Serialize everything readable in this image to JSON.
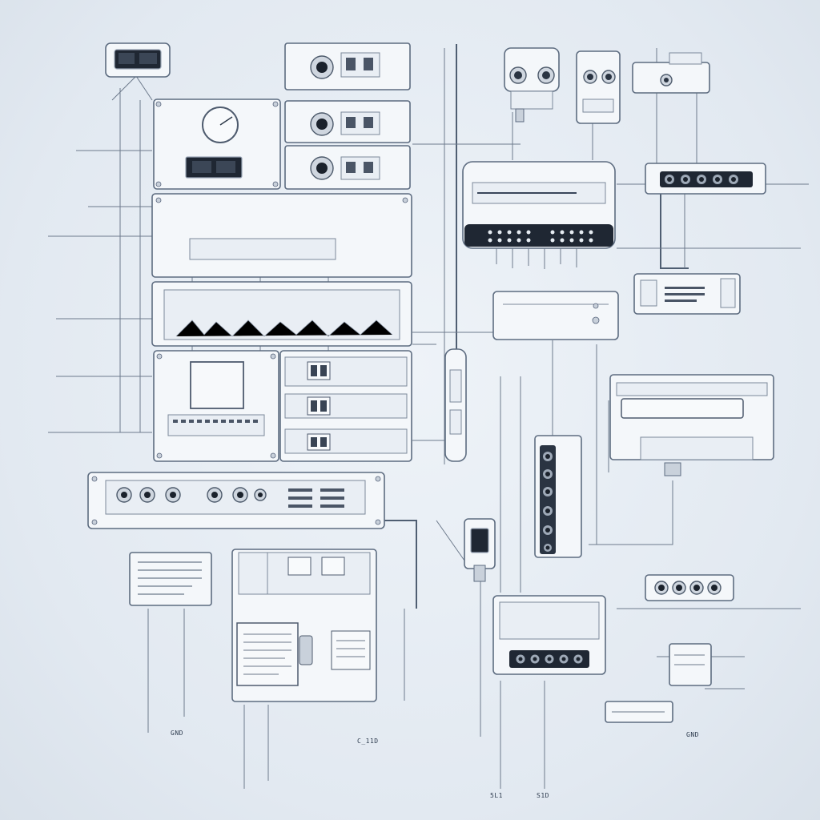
{
  "diagram": {
    "background": "#e6ecf2",
    "stroke_color": "#5d6c80",
    "accent_dark": "#1f2733",
    "labels": [
      "GND",
      "C_11D",
      "GND",
      "5L1",
      "S1D"
    ]
  }
}
